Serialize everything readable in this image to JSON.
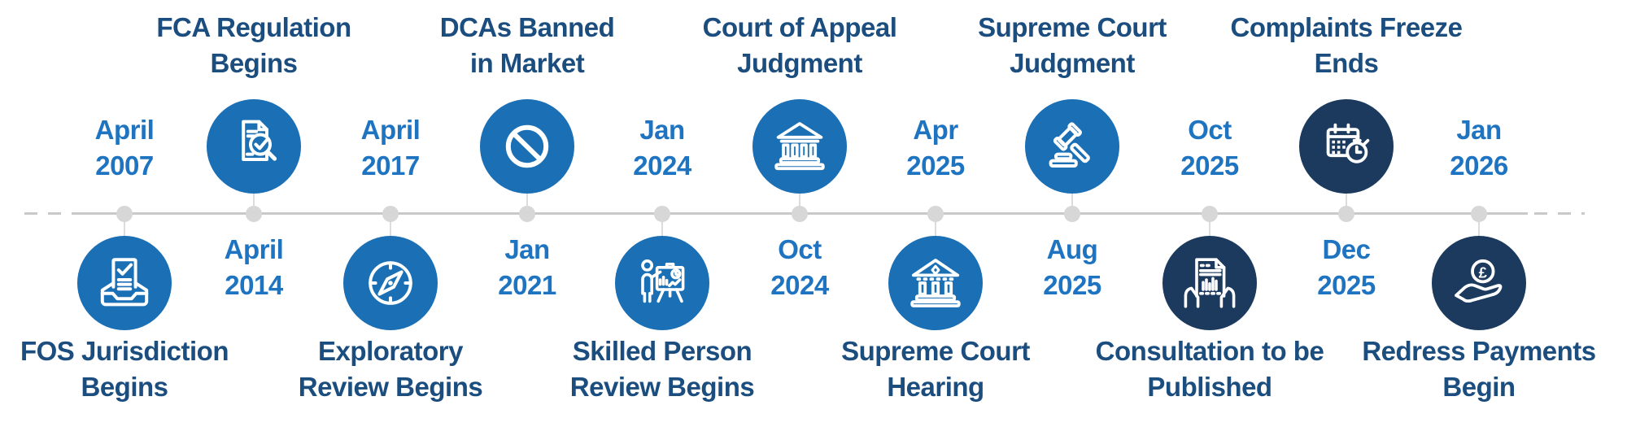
{
  "colors": {
    "circle_blue": "#1a6fb5",
    "circle_navy": "#1b3a5d",
    "title_text": "#1b4d7e",
    "date_text": "#1e74c0",
    "axis_gray": "#c9c9c9"
  },
  "timeline": {
    "pound_symbol": "£",
    "nodes": [
      {
        "icon": "inbox-document-check",
        "side": "below",
        "color": "blue",
        "date": "April\n2007",
        "label": "FOS Jurisdiction\nBegins"
      },
      {
        "icon": "document-magnifier-check",
        "side": "above",
        "color": "blue",
        "title": "FCA Regulation\nBegins",
        "date": "April\n2014"
      },
      {
        "icon": "compass",
        "side": "below",
        "color": "blue",
        "date": "April\n2017",
        "label": "Exploratory\nReview Begins"
      },
      {
        "icon": "prohibition",
        "side": "above",
        "color": "blue",
        "title": "DCAs Banned\nin Market",
        "date": "Jan\n2021"
      },
      {
        "icon": "presenter-chart",
        "side": "below",
        "color": "blue",
        "date": "Jan\n2024",
        "label": "Skilled Person\nReview Begins"
      },
      {
        "icon": "courthouse",
        "side": "above",
        "color": "blue",
        "title": "Court of Appeal\nJudgment",
        "date": "Oct\n2024"
      },
      {
        "icon": "courthouse-ornate",
        "side": "below",
        "color": "blue",
        "date": "Apr\n2025",
        "label": "Supreme Court\nHearing"
      },
      {
        "icon": "gavel",
        "side": "above",
        "color": "blue",
        "title": "Supreme Court\nJudgment",
        "date": "Aug\n2025"
      },
      {
        "icon": "hands-holding-document",
        "side": "below",
        "color": "navy",
        "date": "Oct\n2025",
        "label": "Consultation to be\nPublished"
      },
      {
        "icon": "calendar-stopwatch",
        "side": "above",
        "color": "navy",
        "title": "Complaints Freeze\nEnds",
        "date": "Dec\n2025"
      },
      {
        "icon": "hand-pound-coin",
        "side": "below",
        "color": "navy",
        "date": "Jan\n2026",
        "label": "Redress Payments\nBegin"
      }
    ]
  }
}
